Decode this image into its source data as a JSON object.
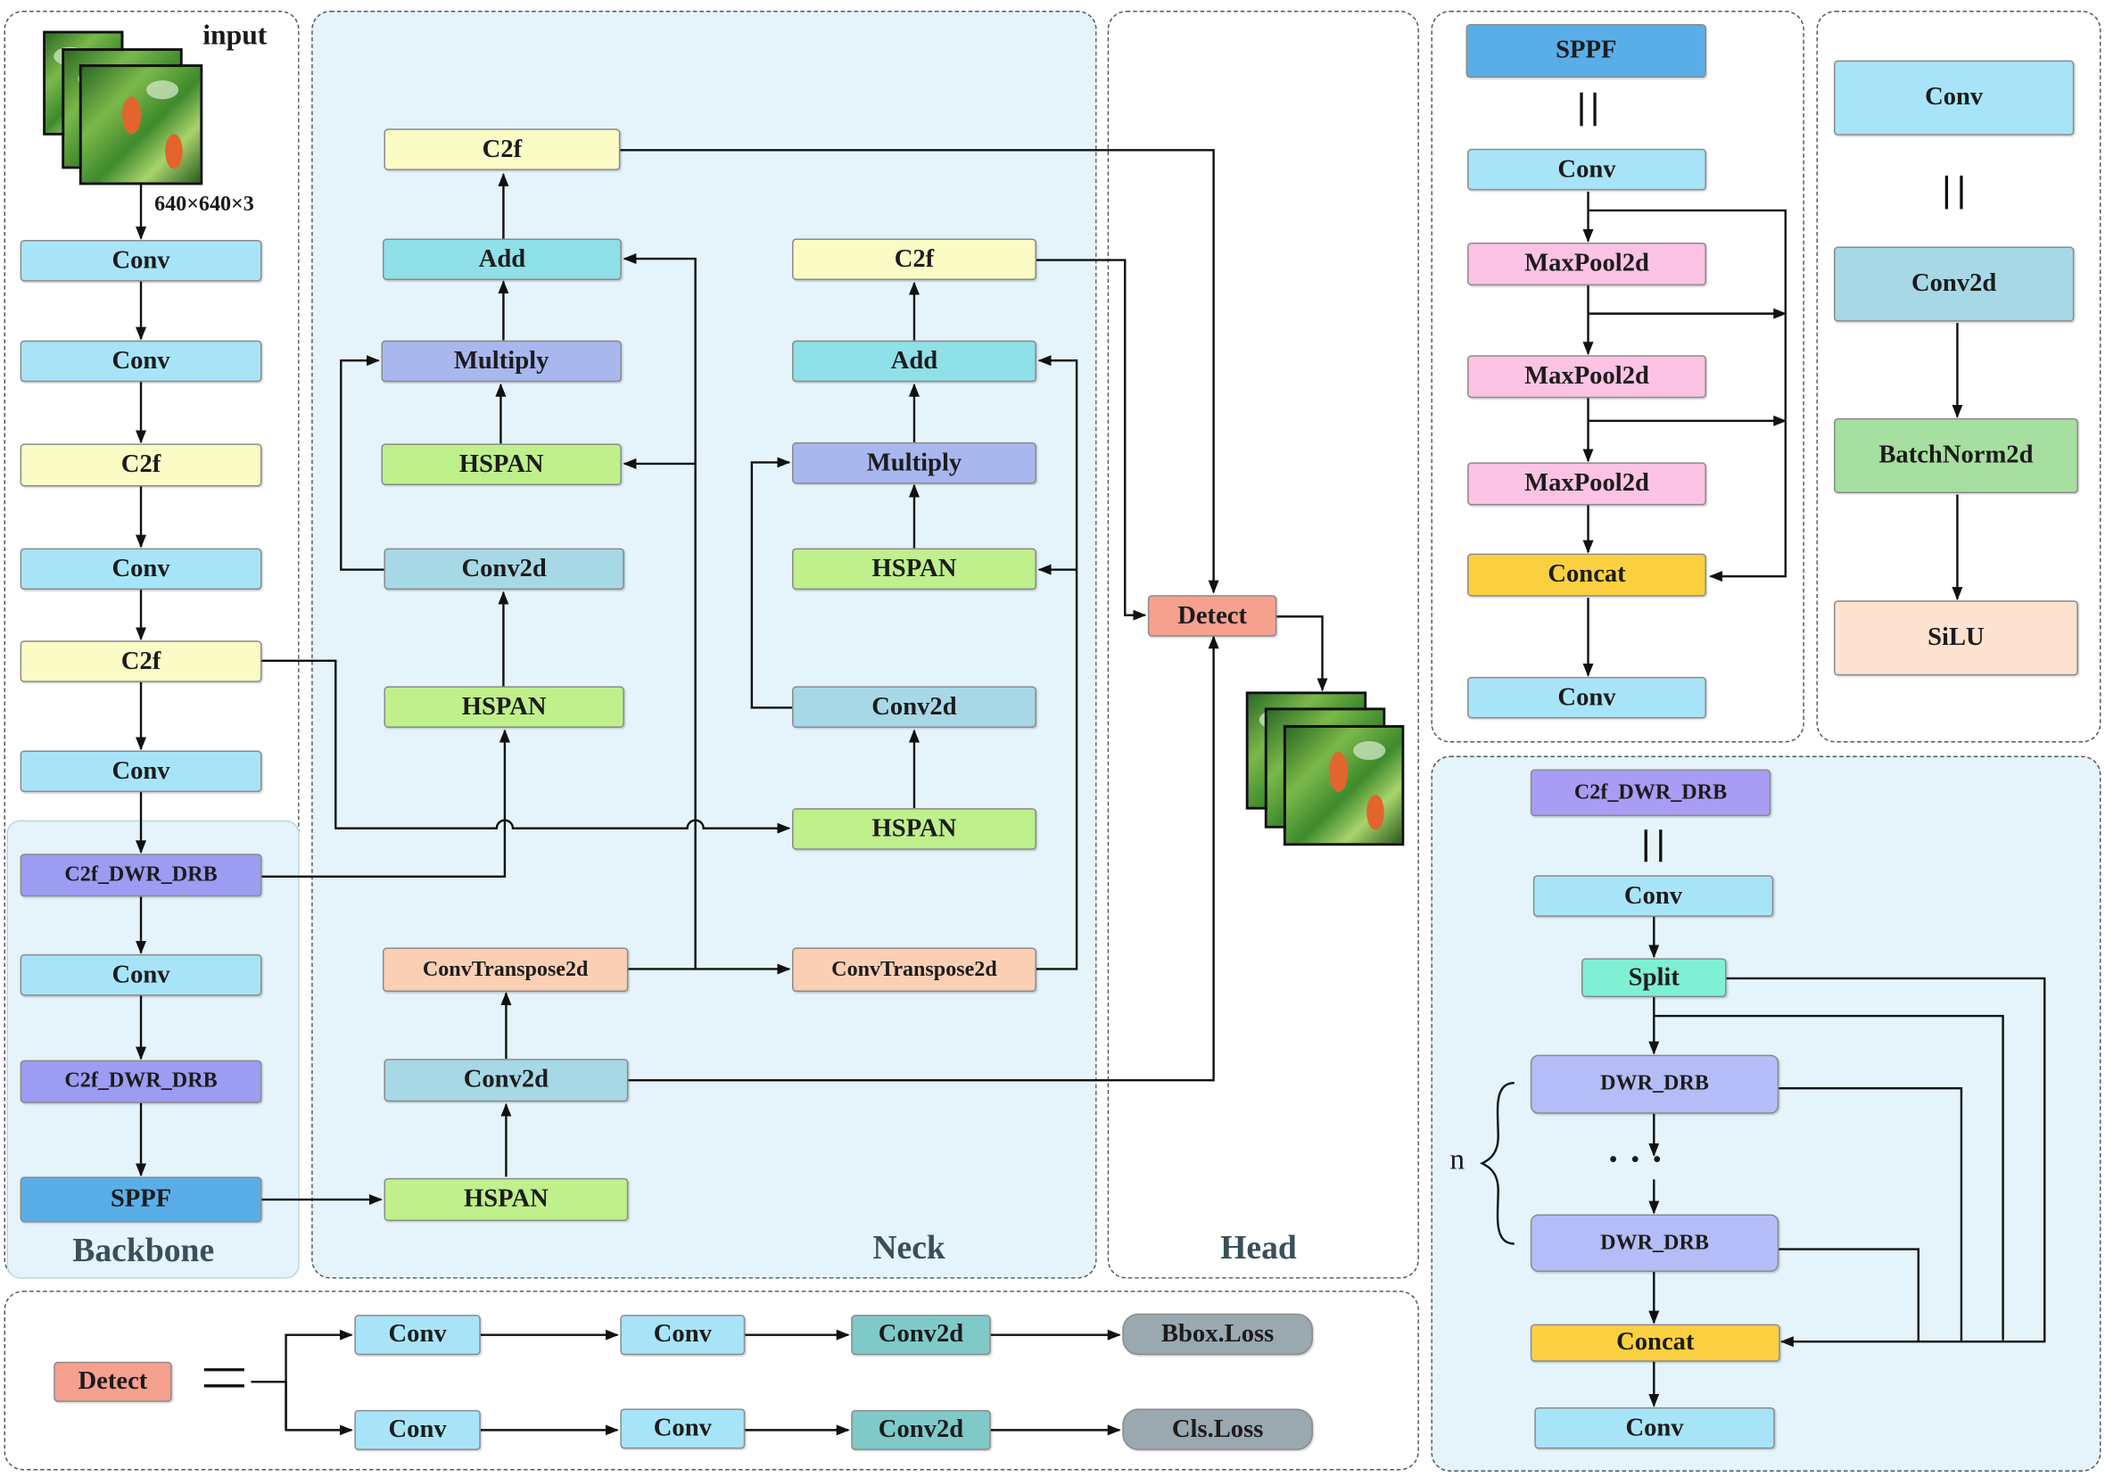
{
  "input_label": "input",
  "input_size": "640×640×3",
  "sections": {
    "backbone": "Backbone",
    "neck": "Neck",
    "head": "Head"
  },
  "backbone": {
    "conv1": "Conv",
    "conv2": "Conv",
    "c2f1": "C2f",
    "conv3": "Conv",
    "c2f2": "C2f",
    "conv4": "Conv",
    "c2fdwr1": "C2f_DWR_DRB",
    "conv5": "Conv",
    "c2fdwr2": "C2f_DWR_DRB",
    "sppf": "SPPF"
  },
  "neck": {
    "c2f_left": "C2f",
    "add_left": "Add",
    "multiply_left": "Multiply",
    "hspan_left1": "HSPAN",
    "conv2d_left": "Conv2d",
    "hspan_left2": "HSPAN",
    "convtranspose_left": "ConvTranspose2d",
    "conv2d_bottom": "Conv2d",
    "hspan_bottom": "HSPAN",
    "c2f_right": "C2f",
    "add_right": "Add",
    "multiply_right": "Multiply",
    "hspan_right1": "HSPAN",
    "conv2d_right": "Conv2d",
    "hspan_right2": "HSPAN",
    "convtranspose_right": "ConvTranspose2d"
  },
  "head": {
    "detect": "Detect"
  },
  "sppf_panel": {
    "title": "SPPF",
    "equals": "||",
    "conv_top": "Conv",
    "maxpool1": "MaxPool2d",
    "maxpool2": "MaxPool2d",
    "maxpool3": "MaxPool2d",
    "concat": "Concat",
    "conv_bottom": "Conv"
  },
  "conv_panel": {
    "title": "Conv",
    "equals": "||",
    "conv2d": "Conv2d",
    "batchnorm": "BatchNorm2d",
    "silu": "SiLU"
  },
  "c2fdwr_panel": {
    "title": "C2f_DWR_DRB",
    "equals": "||",
    "conv_top": "Conv",
    "split": "Split",
    "dwr1": "DWR_DRB",
    "dots": "· · ·",
    "dwr2": "DWR_DRB",
    "n_label": "n",
    "brace": "{",
    "concat": "Concat",
    "conv_bottom": "Conv"
  },
  "detect_panel": {
    "detect": "Detect",
    "equals": "=",
    "row1": {
      "conv1": "Conv",
      "conv2": "Conv",
      "conv2d": "Conv2d",
      "loss": "Bbox.Loss"
    },
    "row2": {
      "conv1": "Conv",
      "conv2": "Conv",
      "conv2d": "Conv2d",
      "loss": "Cls.Loss"
    }
  },
  "colors": {
    "conv": "#a8e4f8",
    "c2f": "#fbfbc5",
    "add": "#8fe0e8",
    "multiply": "#a9b7ef",
    "hspan": "#bff08c",
    "conv2d": "#a7d8e6",
    "convtranspose": "#fbcfb3",
    "c2f_dwr_drb": "#9c9cf2",
    "sppf": "#5aaee8",
    "detect": "#f6a090",
    "maxpool": "#fcc3e4",
    "concat": "#fbd040",
    "batchnorm": "#a7dfa0",
    "silu": "#fde3cf",
    "split": "#7ff0d4",
    "dwr_drb": "#b4bdf7",
    "loss": "#9aa8b0",
    "panel_fill": "#e4f4fa"
  }
}
